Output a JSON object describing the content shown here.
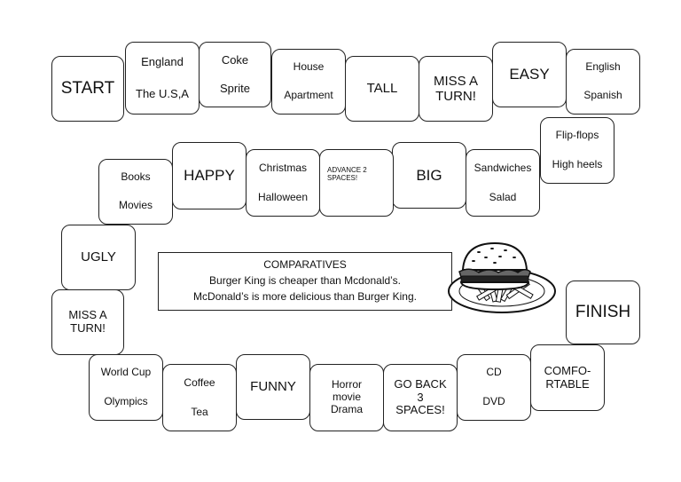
{
  "board": {
    "start": "START",
    "finish": "FINISH",
    "squares": [
      {
        "id": "england-usa",
        "lines": [
          "England",
          "The U.S,A"
        ]
      },
      {
        "id": "coke-sprite",
        "lines": [
          "Coke",
          "Sprite"
        ]
      },
      {
        "id": "house-apartment",
        "lines": [
          "House",
          "Apartment"
        ]
      },
      {
        "id": "tall",
        "lines": [
          "TALL"
        ]
      },
      {
        "id": "miss-turn-1",
        "lines": [
          "MISS A\nTURN!"
        ]
      },
      {
        "id": "easy",
        "lines": [
          "EASY"
        ]
      },
      {
        "id": "english-spanish",
        "lines": [
          "English",
          "Spanish"
        ]
      },
      {
        "id": "flipflops-highheels",
        "lines": [
          "Flip-flops",
          "High heels"
        ]
      },
      {
        "id": "sandwiches-salad",
        "lines": [
          "Sandwiches",
          "Salad"
        ]
      },
      {
        "id": "big",
        "lines": [
          "BIG"
        ]
      },
      {
        "id": "advance-2",
        "lines": [
          "ADVANCE 2\nSPACES!"
        ]
      },
      {
        "id": "christmas-halloween",
        "lines": [
          "Christmas",
          "Halloween"
        ]
      },
      {
        "id": "happy",
        "lines": [
          "HAPPY"
        ]
      },
      {
        "id": "books-movies",
        "lines": [
          "Books",
          "Movies"
        ]
      },
      {
        "id": "ugly",
        "lines": [
          "UGLY"
        ]
      },
      {
        "id": "miss-turn-2",
        "lines": [
          "MISS A\nTURN!"
        ]
      },
      {
        "id": "worldcup-olympics",
        "lines": [
          "World Cup",
          "Olympics"
        ]
      },
      {
        "id": "coffee-tea",
        "lines": [
          "Coffee",
          "Tea"
        ]
      },
      {
        "id": "funny",
        "lines": [
          "FUNNY"
        ]
      },
      {
        "id": "horror-drama",
        "lines": [
          "Horror\nmovie\nDrama"
        ]
      },
      {
        "id": "go-back-3",
        "lines": [
          "GO BACK\n3\nSPACES!"
        ]
      },
      {
        "id": "cd-dvd",
        "lines": [
          "CD",
          "DVD"
        ]
      },
      {
        "id": "comfortable",
        "lines": [
          "COMFO-\nRTABLE"
        ]
      }
    ]
  },
  "center": {
    "title": "COMPARATIVES",
    "line1": "Burger King is cheaper than Mcdonald’s.",
    "line2": "McDonald’s is more delicious than Burger King."
  },
  "icons": {
    "burger": "burger-and-fries-icon"
  }
}
